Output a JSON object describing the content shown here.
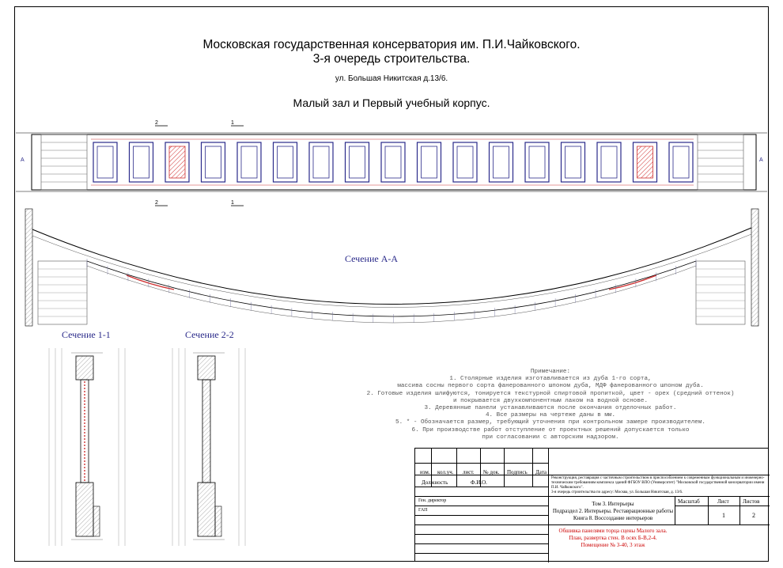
{
  "title": {
    "line1": "Московская государственная консерватория им. П.И.Чайковского.",
    "line2": "3-я очередь строительства.",
    "address": "ул. Большая Никитская д.13/6.",
    "subtitle": "Малый зал и Первый учебный корпус."
  },
  "plan": {
    "marker_a": "А",
    "cut_2": "2",
    "cut_1": "1",
    "panel_count": 17,
    "hatched_panels": [
      2,
      15
    ]
  },
  "sections": {
    "aa": "Сечение А-А",
    "s11": "Сечение 1-1",
    "s22": "Сечение 2-2"
  },
  "notes": {
    "heading": "Примечание:",
    "lines": [
      "1. Столярные изделия изготавливается из дуба 1-го сорта,",
      "массива сосны первого сорта фанерованного шпоном дуба, МДФ фанерованного шпоном дуба.",
      "2. Готовые изделия шлифуются, тонируется текстурной спиртовой пропиткой, цвет - орех (средний оттенок)",
      "и покрывается двухкомпонентным лаком на водной основе.",
      "3. Деревянные панели устанавливаются после окончания отделочных работ.",
      "4. Все размеры на чертеже даны в мм.",
      "5. * - Обозначается размер, требующий уточнения при контрольном замере производителем.",
      "6. При производстве работ отступление от проектных решений допускается только",
      "при согласовании с авторским надзором."
    ]
  },
  "title_block": {
    "headers": [
      "изм.",
      "кол.уч.",
      "лист.",
      "№ док.",
      "Подпись",
      "Дата"
    ],
    "dolzhnost": "Должность",
    "fio": "Ф.И.О.",
    "role1": "Ген. директор",
    "role2": "ГАП",
    "project_desc": "Реконструкция, реставрация с частичным строительством в приспособлением к современным функциональным и инженерно-техническим требованиям комплекса зданий ФГБОУ ВПО (Университет) \"Московской государственной консерватории имени П.И. Чайковского\".",
    "project_desc2": "3-я очередь строительства по адресу: Москва, ул. Большая Никитская, д. 13/6.",
    "volume1": "Том 3. Интерьеры",
    "volume2": "Подраздел 2. Интерьеры. Реставрационные работы",
    "volume3": "Книга 8. Воссоздание интерьеров",
    "masshtab": "Масштаб",
    "list": "Лист",
    "listov": "Листов",
    "list_val": "1",
    "listov_val": "2",
    "sheet1": "Обшивка панелями торца сцены Малого зала.",
    "sheet2": "План, развертка стен. В осях Б-В,2-4.",
    "sheet3": "Помещение № 3-40, 3 этаж"
  },
  "colors": {
    "line": "#000000",
    "panel_blue": "#2a2a8a",
    "hatch_red": "#d03030",
    "accent_red": "#c00000"
  }
}
